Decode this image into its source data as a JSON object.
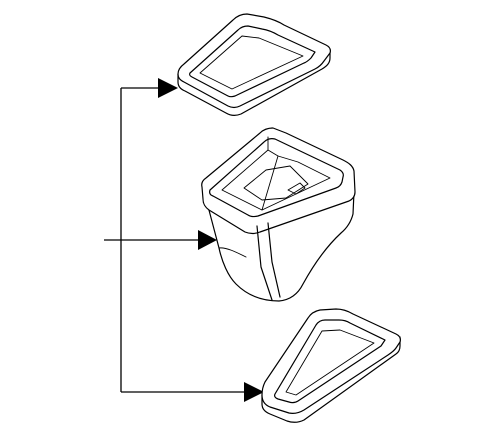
{
  "diagram": {
    "parts": [
      {
        "name": "upper-bezel"
      },
      {
        "name": "boot-housing"
      },
      {
        "name": "lower-bezel"
      }
    ],
    "line_color": "#000000",
    "background_color": "#ffffff"
  }
}
